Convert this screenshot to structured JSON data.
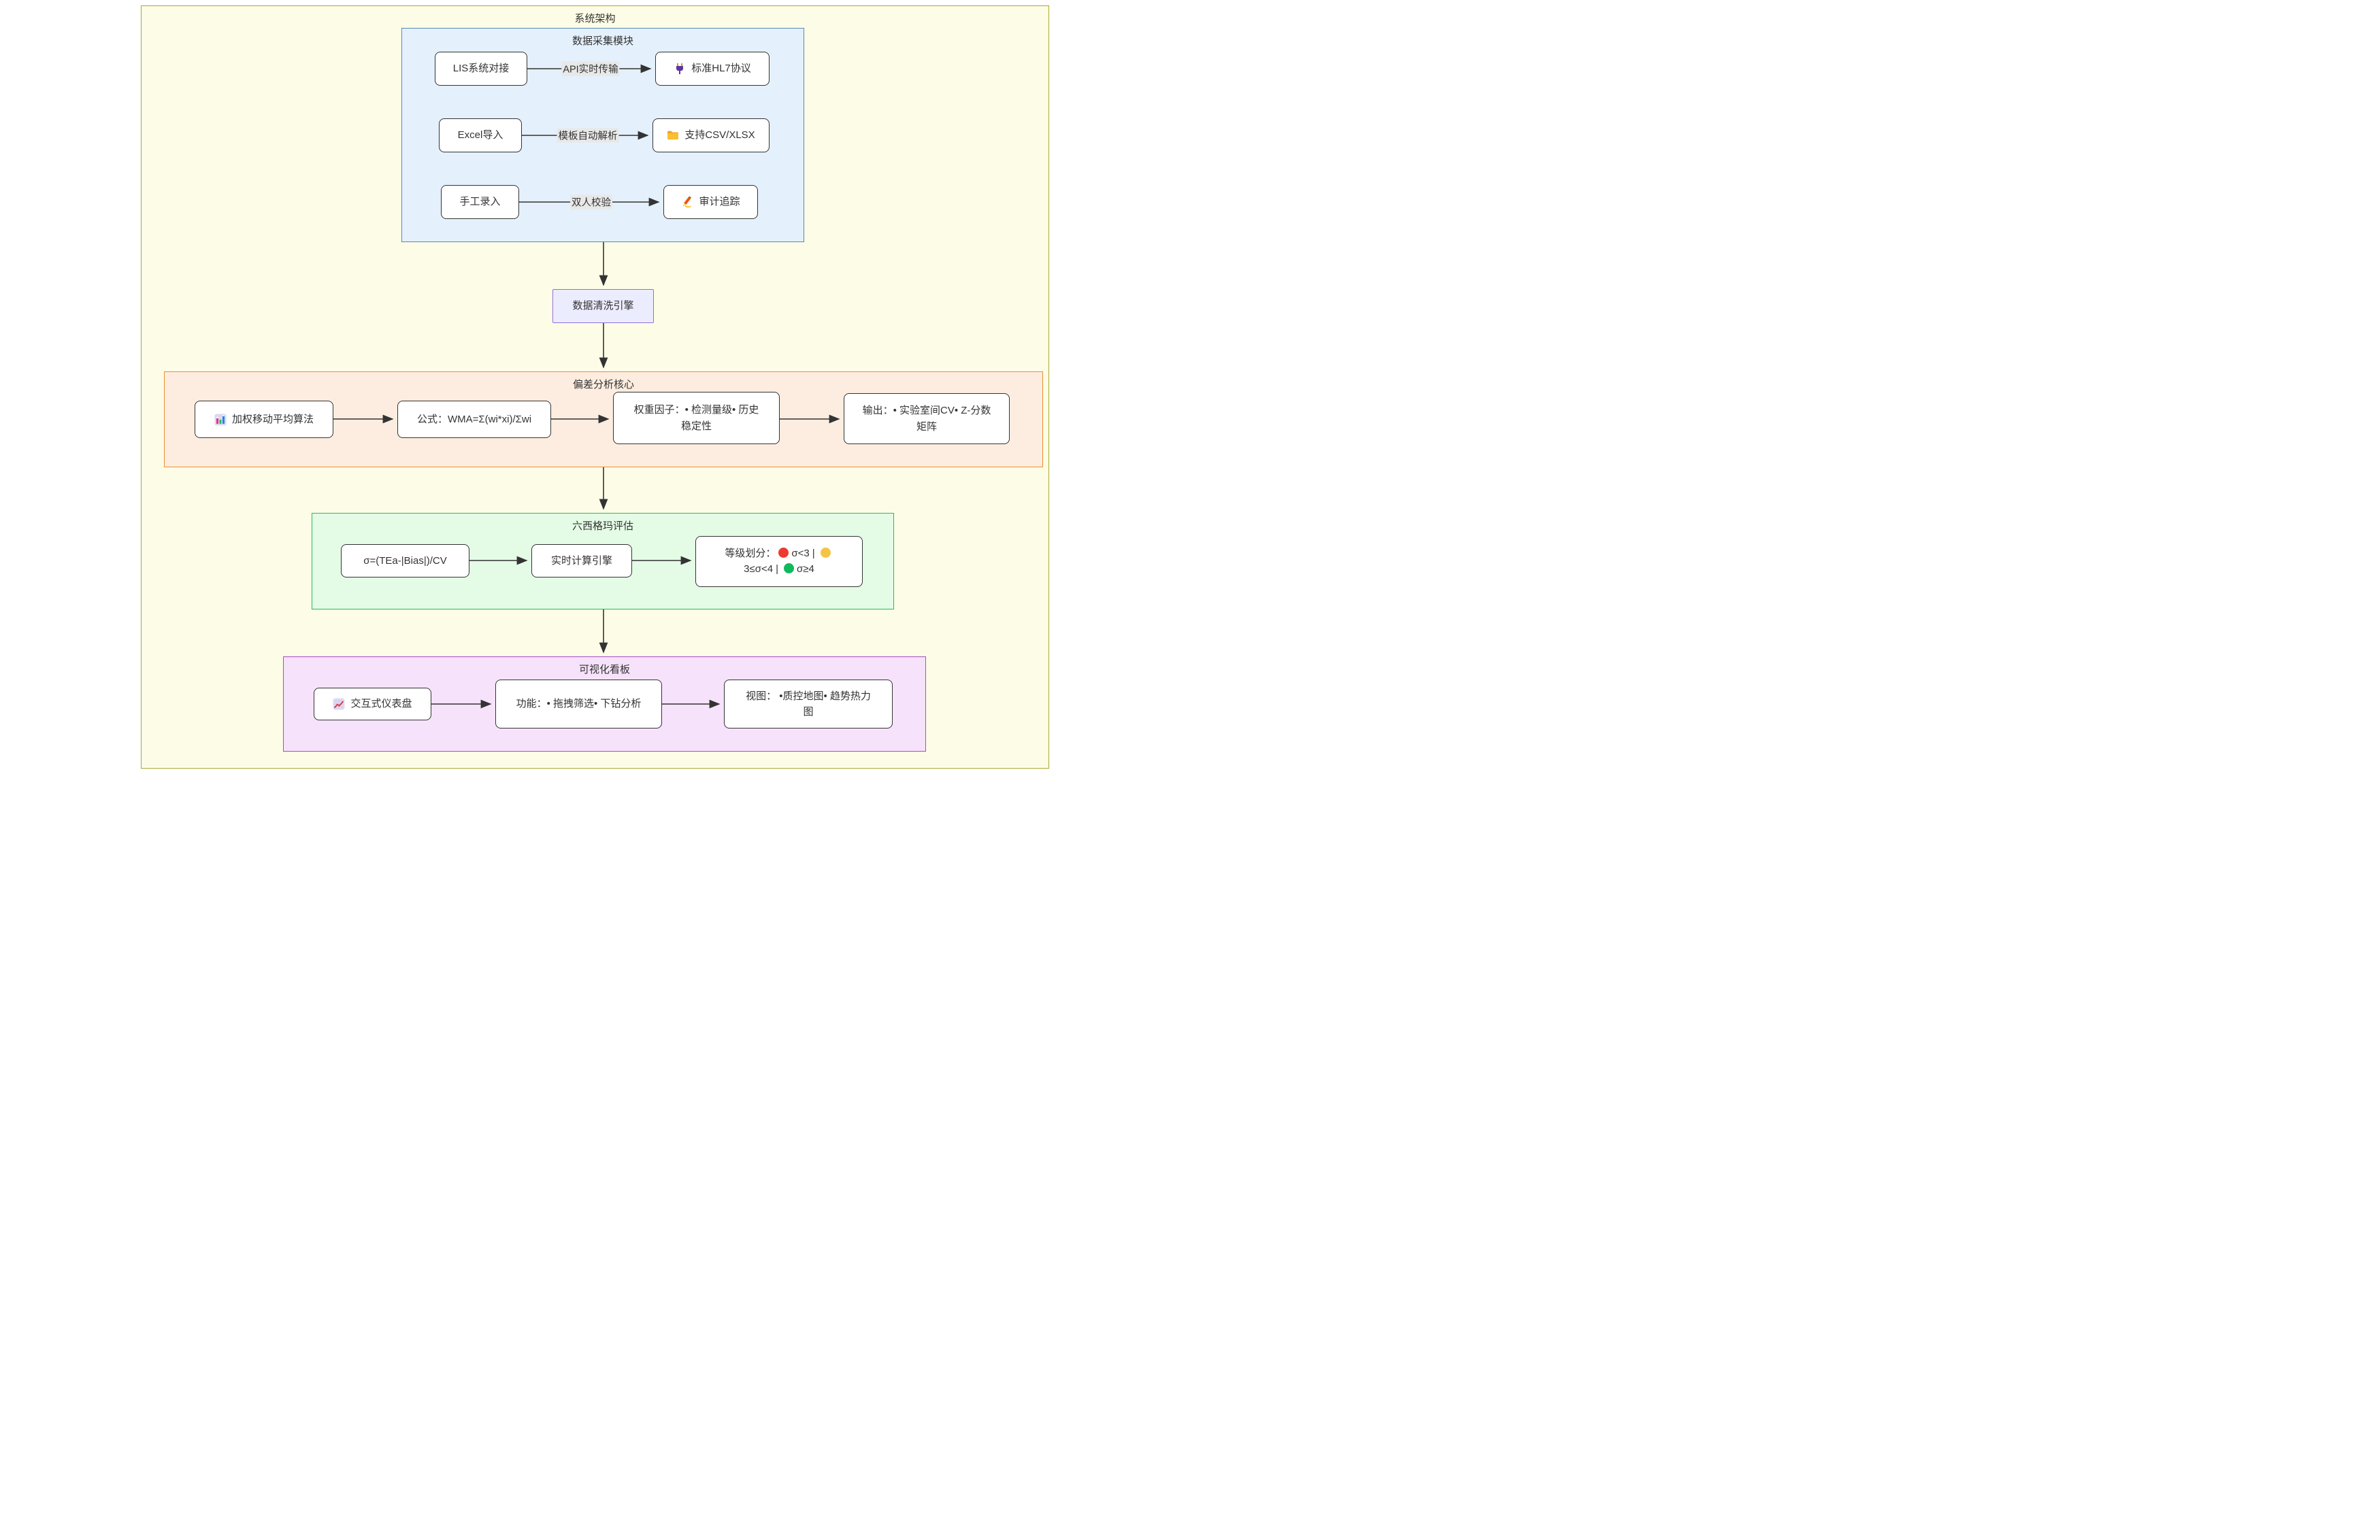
{
  "title": "系统架构",
  "colors": {
    "outer_bg": "#fdfde7",
    "outer_border": "#aaaa33",
    "collection_bg": "#e4f0fc",
    "collection_border": "#5588bb",
    "cleaning_bg": "#ececff",
    "cleaning_border": "#9370db",
    "bias_bg": "#fcede0",
    "bias_border": "#ee8e2a",
    "sigma_bg": "#e4fbe6",
    "sigma_border": "#2eb85c",
    "dashboard_bg": "#f6e2fa",
    "dashboard_border": "#a84cc8",
    "node_bg": "#ffffff",
    "node_border": "#333333",
    "arrow": "#333333"
  },
  "collection": {
    "title": "数据采集模块",
    "rows": [
      {
        "source": "LIS系统对接",
        "edge_label": "API实时传输",
        "target": "标准HL7协议",
        "target_icon": "electric-plug"
      },
      {
        "source": "Excel导入",
        "edge_label": "模板自动解析",
        "target": "支持CSV/XLSX",
        "target_icon": "folder"
      },
      {
        "source": "手工录入",
        "edge_label": "双人校验",
        "target": "审计追踪",
        "target_icon": "writing-hand"
      }
    ]
  },
  "cleaning": {
    "label": "数据清洗引擎"
  },
  "bias": {
    "title": "偏差分析核心",
    "nodes": [
      {
        "label": "加权移动平均算法",
        "icon": "bar-chart"
      },
      {
        "label": "公式：WMA=Σ(wi*xi)/Σwi"
      },
      {
        "label": "权重因子：• 检测量级• 历史稳定性"
      },
      {
        "label": "输出：• 实验室间CV• Z-分数矩阵"
      }
    ]
  },
  "sigma": {
    "title": "六西格玛评估",
    "nodes": [
      {
        "label": "σ=(TEa-|Bias|)/CV"
      },
      {
        "label": "实时计算引擎"
      }
    ],
    "grade": {
      "prefix": "等级划分：",
      "separator": "|",
      "levels": [
        {
          "label": "σ<3",
          "color": "#ee3a2f"
        },
        {
          "label": "3≤σ<4",
          "color": "#f6c445"
        },
        {
          "label": "σ≥4",
          "color": "#10b95c"
        }
      ]
    }
  },
  "dashboard": {
    "title": "可视化看板",
    "nodes": [
      {
        "label": "交互式仪表盘",
        "icon": "chart-increasing"
      },
      {
        "label": "功能：• 拖拽筛选• 下钻分析"
      },
      {
        "label": "视图： •质控地图• 趋势热力图"
      }
    ]
  }
}
